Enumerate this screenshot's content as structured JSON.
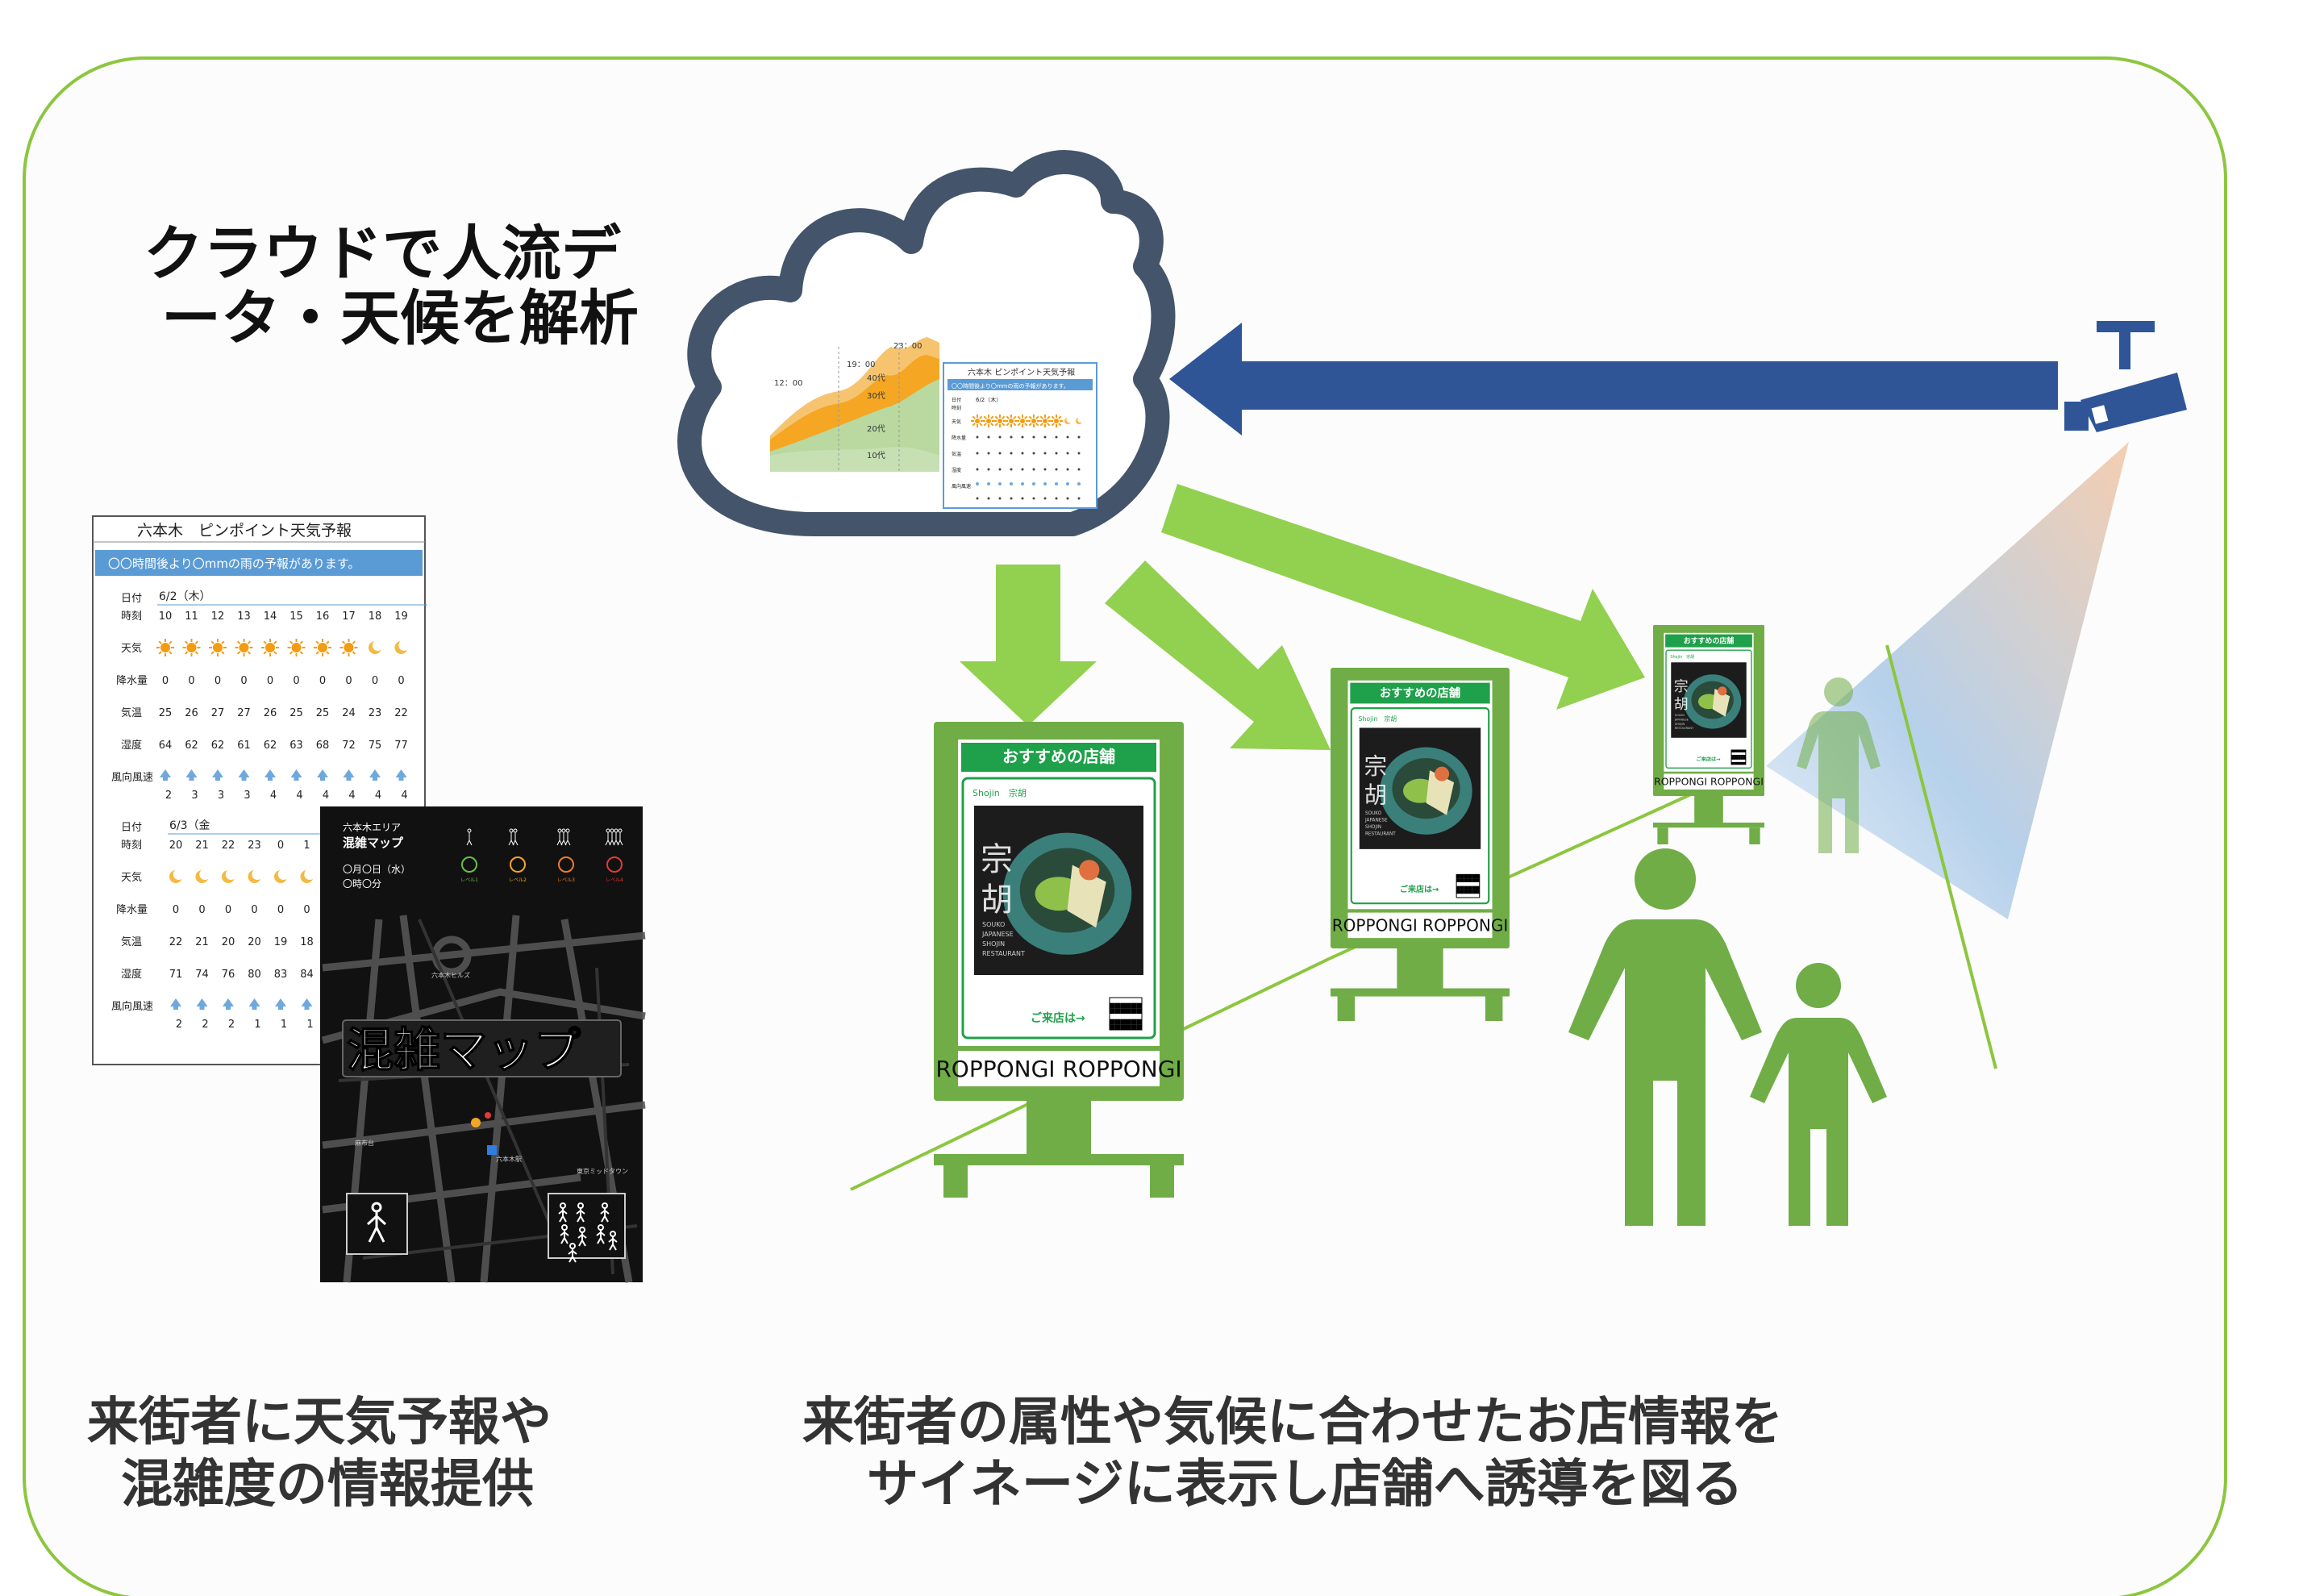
{
  "headline_cloud": [
    "クラウドで人流デ",
    "ータ・天候を解析"
  ],
  "caption_left": [
    "来街者に天気予報や",
    "混雑度の情報提供"
  ],
  "caption_right": [
    "来街者の属性や気候に合わせたお店情報を",
    "サイネージに表示し店舗へ誘導を図る"
  ],
  "colors": {
    "frame_border": "#8cc63f",
    "cloud_stroke": "#44546a",
    "arrow_blue": "#2f5597",
    "arrow_green": "#92d050",
    "signage_green": "#70ad47",
    "person_green": "#70ad47",
    "sign_header": "#1fa04a",
    "map_bg": "#111111",
    "weather_banner": "#5b9bd5"
  },
  "cloud_chart": {
    "time_labels": [
      "12：00",
      "19：00",
      "23：00"
    ],
    "age_labels": [
      "40代",
      "30代",
      "20代",
      "10代"
    ]
  },
  "cloud_weather": {
    "title": "六本木 ピンポイント天気予報",
    "banner": "〇〇時間後より〇mmの雨の予報があります。",
    "date": "6/2（木）",
    "row_labels": [
      "日付",
      "時刻",
      "天気",
      "降水量",
      "気温",
      "湿度",
      "風向風速"
    ]
  },
  "weather": {
    "title": "六本木　ピンポイント天気予報",
    "banner": "〇〇時間後より〇mmの雨の予報があります。",
    "day1": {
      "date": "6/2（木）",
      "row_labels": [
        "日付",
        "時刻",
        "天気",
        "降水量",
        "気温",
        "湿度",
        "風向風速"
      ],
      "hours": [
        "10",
        "11",
        "12",
        "13",
        "14",
        "15",
        "16",
        "17",
        "18",
        "19"
      ],
      "weather": [
        "sun",
        "sun",
        "sun",
        "sun",
        "sun",
        "sun",
        "sun",
        "sun",
        "moon",
        "moon"
      ],
      "rain": [
        "0",
        "0",
        "0",
        "0",
        "0",
        "0",
        "0",
        "0",
        "0",
        "0"
      ],
      "temp": [
        "25",
        "26",
        "27",
        "27",
        "26",
        "25",
        "25",
        "24",
        "23",
        "22"
      ],
      "humidity": [
        "64",
        "62",
        "62",
        "61",
        "62",
        "63",
        "68",
        "72",
        "75",
        "77"
      ],
      "wind": [
        "2",
        "3",
        "3",
        "3",
        "4",
        "4",
        "4",
        "4",
        "4",
        "4"
      ]
    },
    "day2": {
      "date": "6/3（金",
      "row_labels": [
        "日付",
        "時刻",
        "天気",
        "降水量",
        "気温",
        "湿度",
        "風向風速"
      ],
      "hours": [
        "20",
        "21",
        "22",
        "23",
        "0",
        "1"
      ],
      "weather": [
        "moon",
        "moon",
        "moon",
        "moon",
        "moon",
        "moon"
      ],
      "rain": [
        "0",
        "0",
        "0",
        "0",
        "0",
        "0"
      ],
      "temp": [
        "22",
        "21",
        "20",
        "20",
        "19",
        "18"
      ],
      "humidity": [
        "71",
        "74",
        "76",
        "80",
        "83",
        "84"
      ],
      "wind": [
        "2",
        "2",
        "2",
        "1",
        "1",
        "1"
      ]
    }
  },
  "congestion_map": {
    "area": "六本木エリア",
    "title": "混雑マップ",
    "date_line": "〇月〇日（水）",
    "time_line": "〇時〇分",
    "levels": [
      "レベル1",
      "レベル2",
      "レベル3",
      "レベル4"
    ],
    "big_title": "混雑マップ",
    "places": [
      "六本木ヒルズ",
      "東京ミッドタウン",
      "六本木駅",
      "麻布台"
    ]
  },
  "signage": {
    "header": "おすすめの店舗",
    "shop_name": "Shojin　宗胡",
    "dish_kanji": "宗胡",
    "dish_caption": [
      "SOUKO",
      "JAPANESE",
      "SHOJIN",
      "RESTAURANT"
    ],
    "cta": "ご来店は→",
    "brand": "ROPPONGI ROPPONGI"
  }
}
